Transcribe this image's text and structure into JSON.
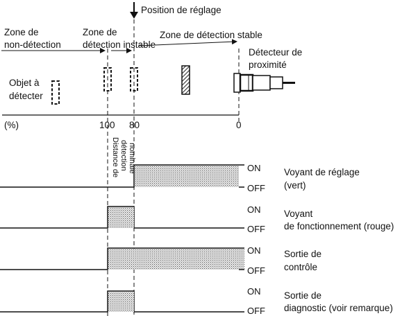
{
  "top": {
    "setting_position": "Position de réglage",
    "zones": {
      "non_detection": [
        "Zone de",
        "non-détection"
      ],
      "unstable": [
        "Zone de",
        "détection instable"
      ],
      "stable": "Zone de détection stable"
    },
    "object_label": [
      "Objet à",
      "détecter"
    ],
    "sensor_label": [
      "Détecteur de",
      "proximité"
    ],
    "axis": {
      "unit": "(%)",
      "ticks": [
        "100",
        "80",
        "0"
      ]
    },
    "nominal_label": [
      "Distance de",
      "détection",
      "nominale"
    ]
  },
  "signals": [
    {
      "on": "ON",
      "off": "OFF",
      "label": [
        "Voyant de réglage",
        "(vert)"
      ]
    },
    {
      "on": "ON",
      "off": "OFF",
      "label": [
        "Voyant",
        "de fonctionnement (rouge)"
      ]
    },
    {
      "on": "ON",
      "off": "OFF",
      "label": [
        "Sortie de",
        "contrôle"
      ]
    },
    {
      "on": "ON",
      "off": "OFF",
      "label": [
        "Sortie de",
        "diagnostic (voir remarque)"
      ]
    }
  ]
}
